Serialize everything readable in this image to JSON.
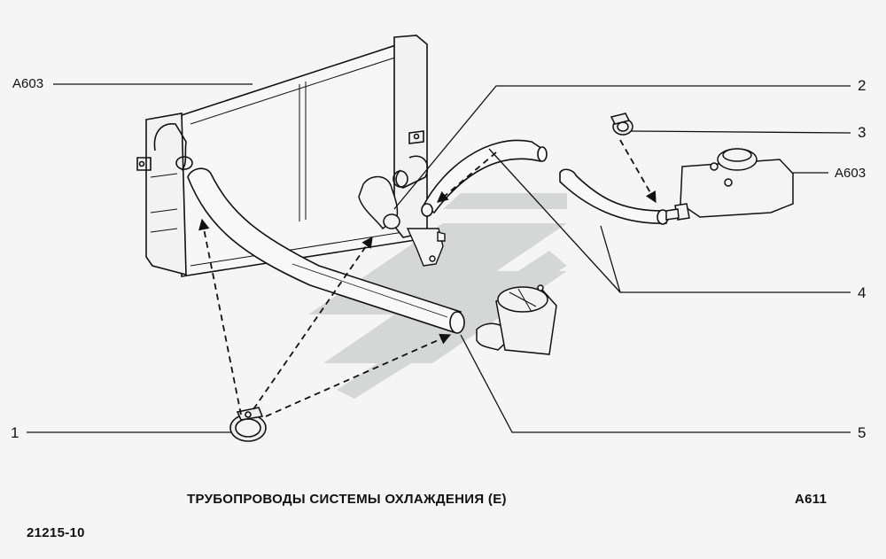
{
  "callouts": {
    "radiator_ref": "А603",
    "tank_ref": "А603",
    "n1": "1",
    "n2": "2",
    "n3": "3",
    "n4": "4",
    "n5": "5"
  },
  "caption": {
    "title": "ТРУБОПРОВОДЫ СИСТЕМЫ ОХЛАЖДЕНИЯ (Е)",
    "page_code": "А611",
    "model": "21215-10"
  },
  "colors": {
    "ink": "#111111",
    "background": "#f5f5f5",
    "watermark": "#d2d5d3"
  },
  "icons": [
    "radiator",
    "coolant-hose",
    "hose-clamp",
    "expansion-tank",
    "thermostat-housing",
    "watermark-logo"
  ]
}
